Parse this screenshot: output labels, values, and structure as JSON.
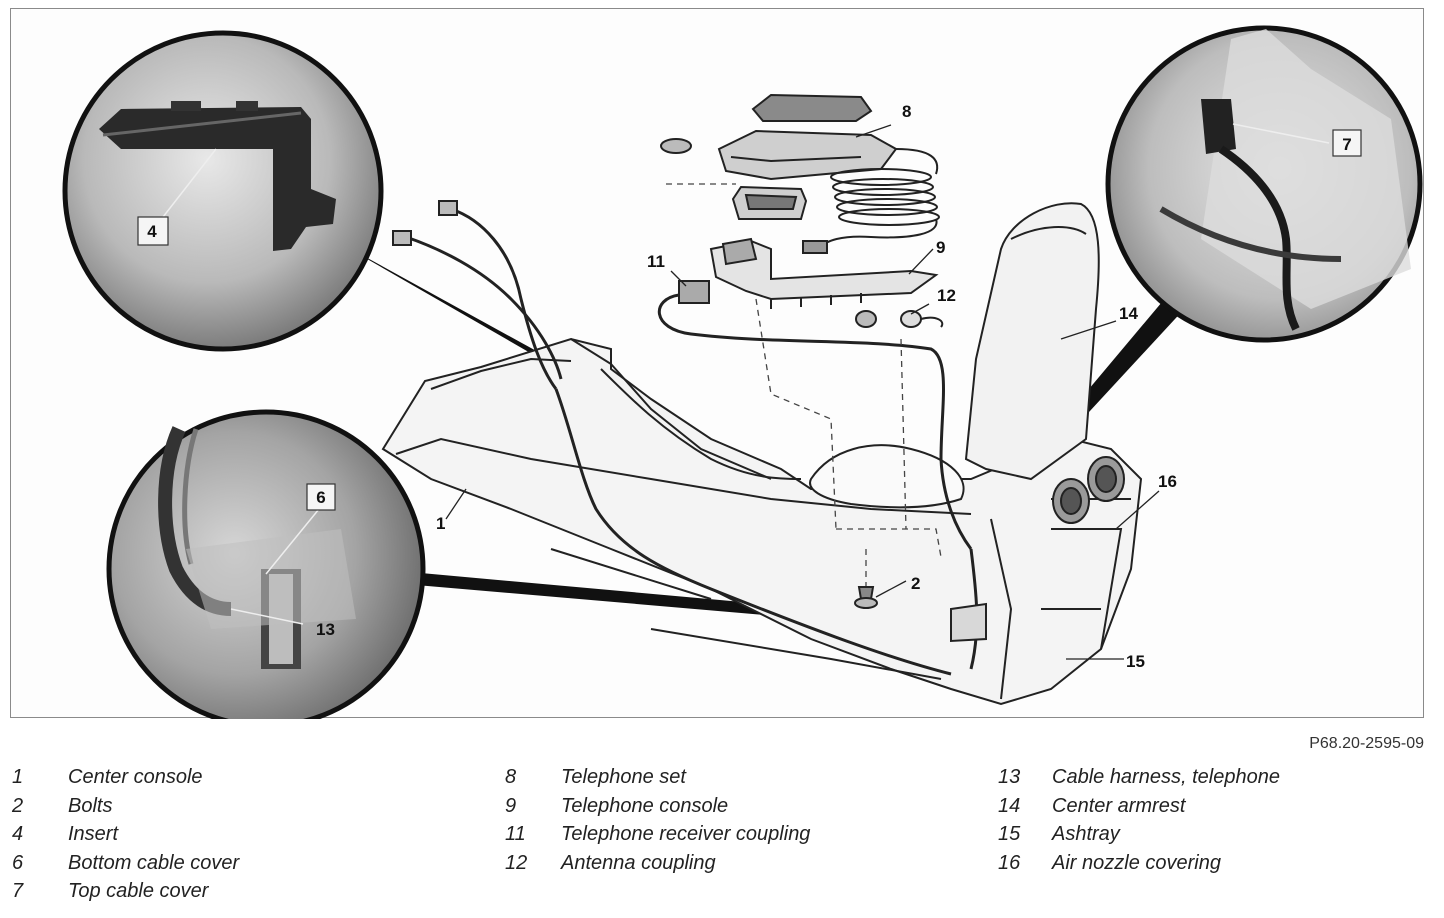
{
  "figure": {
    "code": "P68.20-2595-09",
    "callouts": {
      "c1": "1",
      "c2": "2",
      "c4": "4",
      "c6": "6",
      "c7": "7",
      "c8": "8",
      "c9": "9",
      "c11": "11",
      "c12": "12",
      "c13": "13",
      "c14": "14",
      "c15": "15",
      "c16": "16"
    }
  },
  "legend": {
    "col1": [
      {
        "num": "1",
        "label": "Center console"
      },
      {
        "num": "2",
        "label": "Bolts"
      },
      {
        "num": "4",
        "label": "Insert"
      },
      {
        "num": "6",
        "label": "Bottom cable cover"
      },
      {
        "num": "7",
        "label": "Top cable cover"
      }
    ],
    "col2": [
      {
        "num": "8",
        "label": "Telephone set"
      },
      {
        "num": "9",
        "label": "Telephone console"
      },
      {
        "num": "11",
        "label": "Telephone receiver coupling"
      },
      {
        "num": "12",
        "label": "Antenna coupling"
      }
    ],
    "col3": [
      {
        "num": "13",
        "label": "Cable harness, telephone"
      },
      {
        "num": "14",
        "label": "Center armrest"
      },
      {
        "num": "15",
        "label": "Ashtray"
      },
      {
        "num": "16",
        "label": "Air nozzle covering"
      }
    ]
  }
}
